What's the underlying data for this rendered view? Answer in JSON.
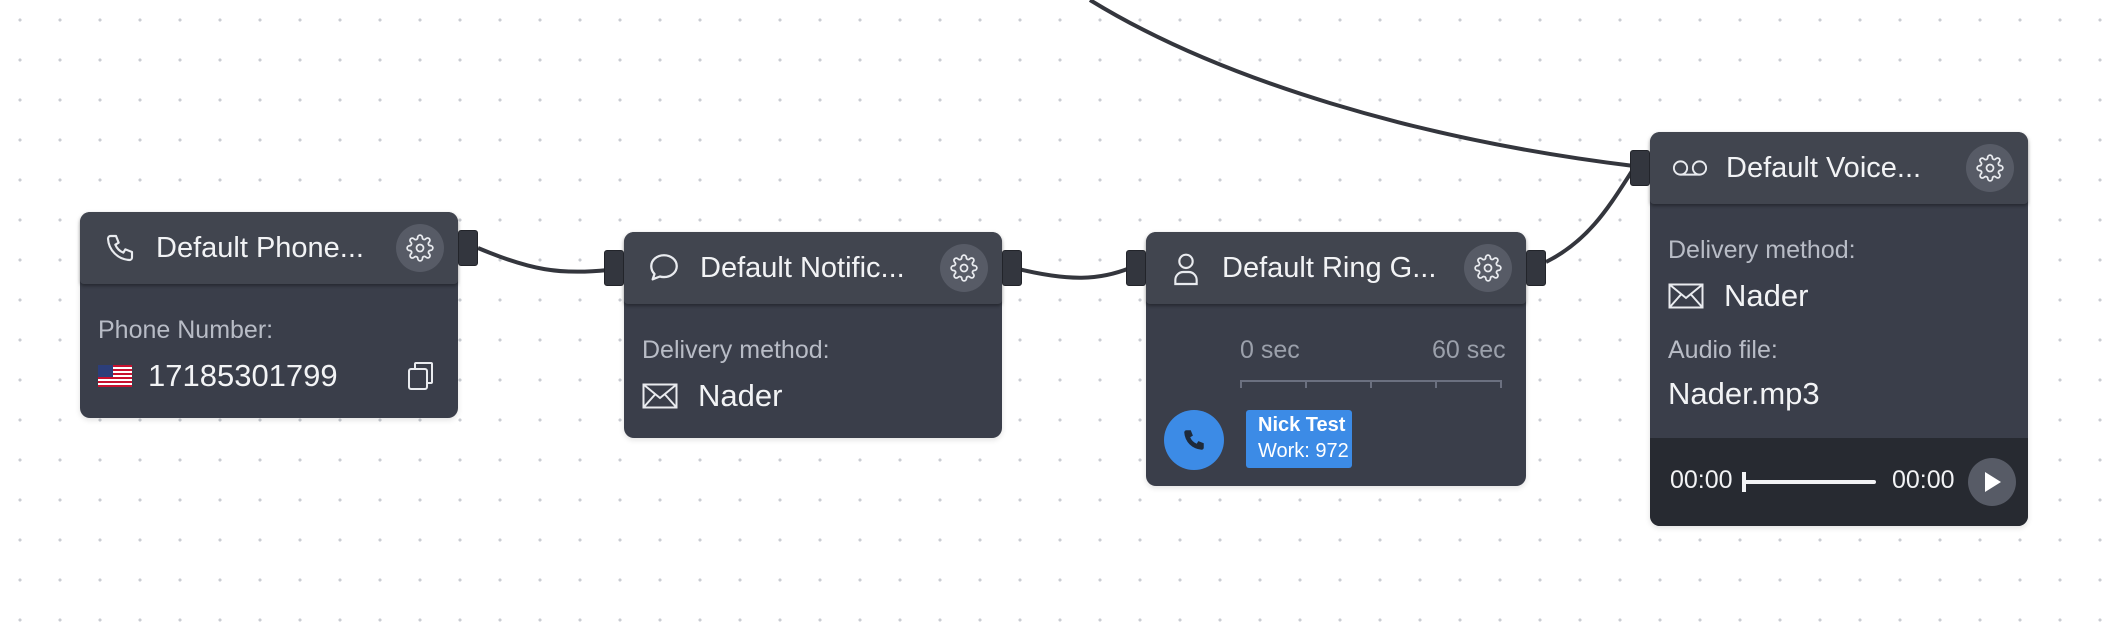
{
  "nodes": {
    "phone": {
      "title": "Default Phone...",
      "icon": "phone-icon",
      "field_label": "Phone Number:",
      "phone_number": "17185301799",
      "flag": "us-flag-icon"
    },
    "notification": {
      "title": "Default Notific...",
      "icon": "chat-bubble-icon",
      "field_label": "Delivery method:",
      "delivery_value": "Nader",
      "delivery_icon": "envelope-icon"
    },
    "ring_group": {
      "title": "Default Ring G...",
      "icon": "user-icon",
      "timeline_start": "0 sec",
      "timeline_end": "60 sec",
      "contact_name": "Nick Test",
      "contact_detail": "Work: 972"
    },
    "voicemail": {
      "title": "Default Voice...",
      "icon": "voicemail-icon",
      "delivery_label": "Delivery method:",
      "delivery_value": "Nader",
      "audio_label": "Audio file:",
      "audio_file": "Nader.mp3",
      "time_current": "00:00",
      "time_total": "00:00",
      "playback_progress": 0
    }
  },
  "colors": {
    "node_bg": "#3a3e4a",
    "accent_blue": "#3c8be6",
    "wire": "#34363d"
  }
}
